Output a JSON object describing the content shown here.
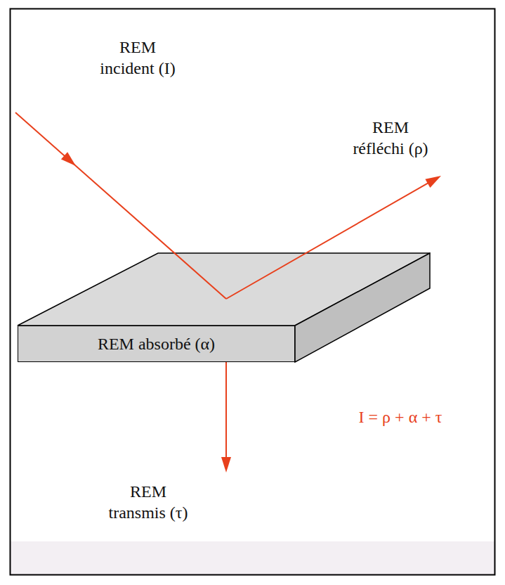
{
  "diagram": {
    "nodes": [
      {
        "text": [
          "REM absorbé (α)"
        ]
      }
    ],
    "labels": [
      "REM incident (I)",
      "REM réfléchi (ρ)",
      "REM transmis (τ)",
      "I = ρ + α + τ"
    ]
  }
}
